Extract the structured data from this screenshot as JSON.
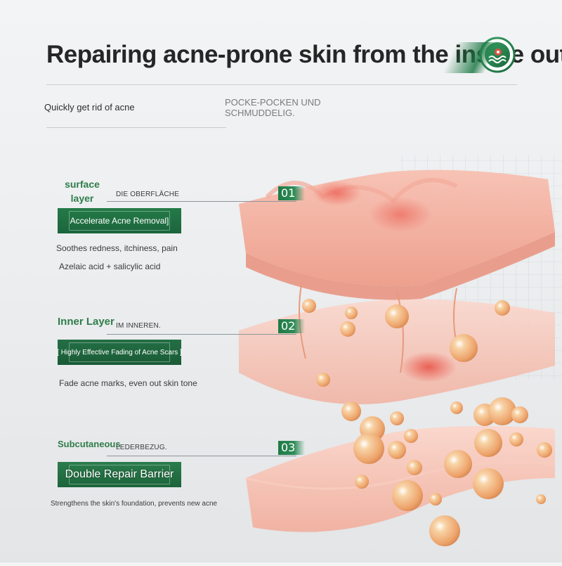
{
  "header": {
    "title": "Repairing acne-prone skin from the inside out!",
    "subtitle": "Quickly get rid of acne",
    "subtitle_de": "POCKE-POCKEN UND SCHMUDDELIG."
  },
  "logo": {
    "icon": "skin-care-logo-icon",
    "accent": "#1f7a47"
  },
  "layers": [
    {
      "number": "01",
      "title": "surface layer",
      "label_de": "DIE OBERFLÄCHE",
      "badge": "Accelerate Acne Removal]",
      "desc": [
        "Soothes redness, itchiness, pain",
        "Azelaic acid + salicylic acid"
      ]
    },
    {
      "number": "02",
      "title": "Inner Layer",
      "label_de": "IM INNEREN.",
      "badge": "[ Highly Effective Fading of Acne Scars ]",
      "desc": [
        "Fade acne marks, even out skin tone"
      ]
    },
    {
      "number": "03",
      "title": "Subcutaneous",
      "label_de": "LEDERBEZUG.",
      "badge": "Double Repair Barrier",
      "desc": [
        "Strengthens the skin's foundation, prevents new acne"
      ]
    }
  ],
  "colors": {
    "green": "#2f7d4a",
    "skin": "#f2b3a4",
    "bead": "#f0b27a"
  }
}
